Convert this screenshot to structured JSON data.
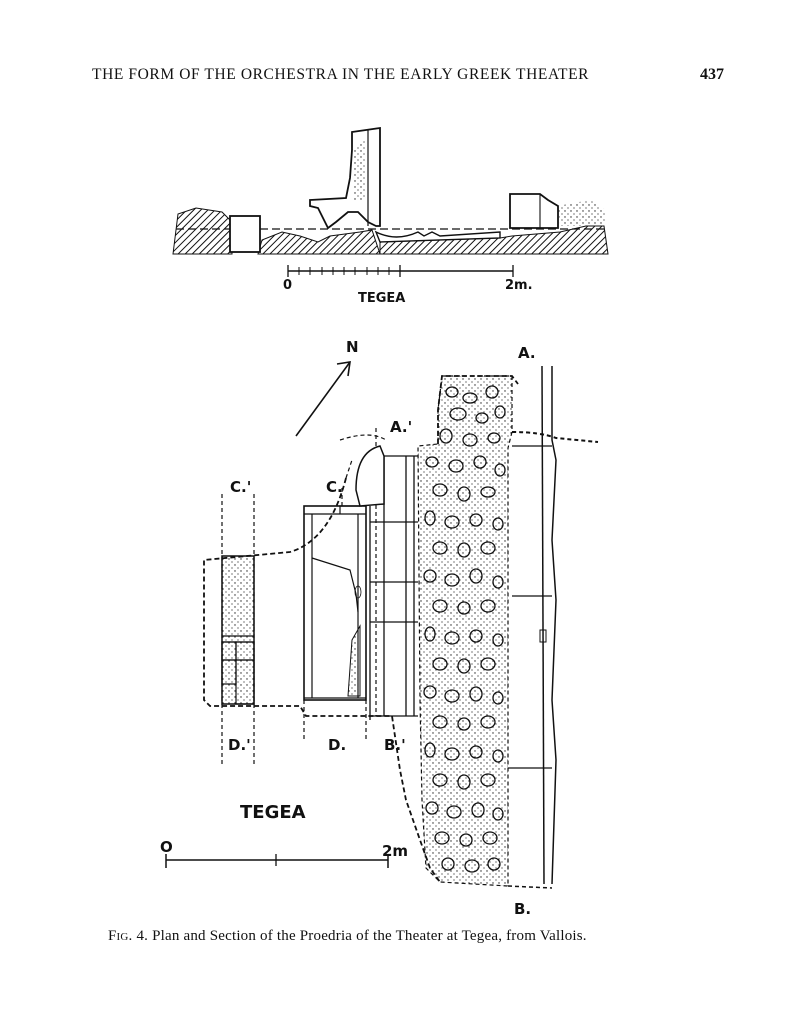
{
  "header": {
    "running_title": "THE FORM OF THE ORCHESTRA IN THE EARLY GREEK THEATER",
    "page_number": "437"
  },
  "section_drawing": {
    "scale_start": "0",
    "scale_end": "2m.",
    "title": "TEGEA"
  },
  "plan_drawing": {
    "north": "N",
    "labels": {
      "A": "A.",
      "A_prime": "A.'",
      "B": "B.",
      "B_prime": "B.'",
      "C": "C.",
      "C_prime": "C.'",
      "D": "D.",
      "D_prime": "D.'"
    },
    "title": "TEGEA",
    "scale_start": "O",
    "scale_end": "2m"
  },
  "caption": {
    "figure_number": "Fig. 4.",
    "text": "Plan and Section of the Proedria of the Theater at Tegea, from Vallois."
  }
}
